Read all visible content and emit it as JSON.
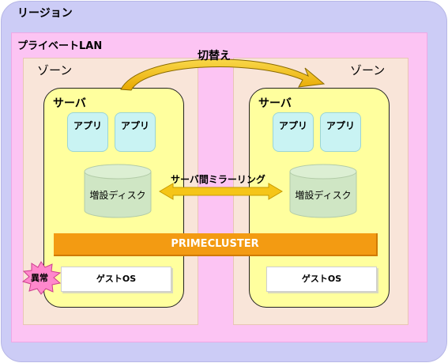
{
  "region": {
    "label": "リージョン"
  },
  "lan": {
    "label": "プライベートLAN"
  },
  "zones": [
    {
      "label": "ゾーン"
    },
    {
      "label": "ゾーン"
    }
  ],
  "servers": [
    {
      "label": "サーバ",
      "apps": [
        "アプリ",
        "アプリ"
      ],
      "disk": "増設ディスク",
      "guest": "ゲストOS"
    },
    {
      "label": "サーバ",
      "apps": [
        "アプリ",
        "アプリ"
      ],
      "disk": "増設ディスク",
      "guest": "ゲストOS"
    }
  ],
  "cluster": {
    "label": "PRIMECLUSTER"
  },
  "failover": {
    "label": "切替え"
  },
  "mirroring": {
    "label": "サーバ間ミラーリング"
  },
  "fault": {
    "label": "異常"
  },
  "colors": {
    "region": "#ccccf6",
    "lan": "#fcc4f3",
    "zone": "#f9e5d9",
    "server": "#ffff9e",
    "app": "#c9f3f3",
    "disk": "#cfe6c4",
    "cluster": "#f39b12",
    "arrow": "#f5c518",
    "fault": "#ff88cc"
  }
}
